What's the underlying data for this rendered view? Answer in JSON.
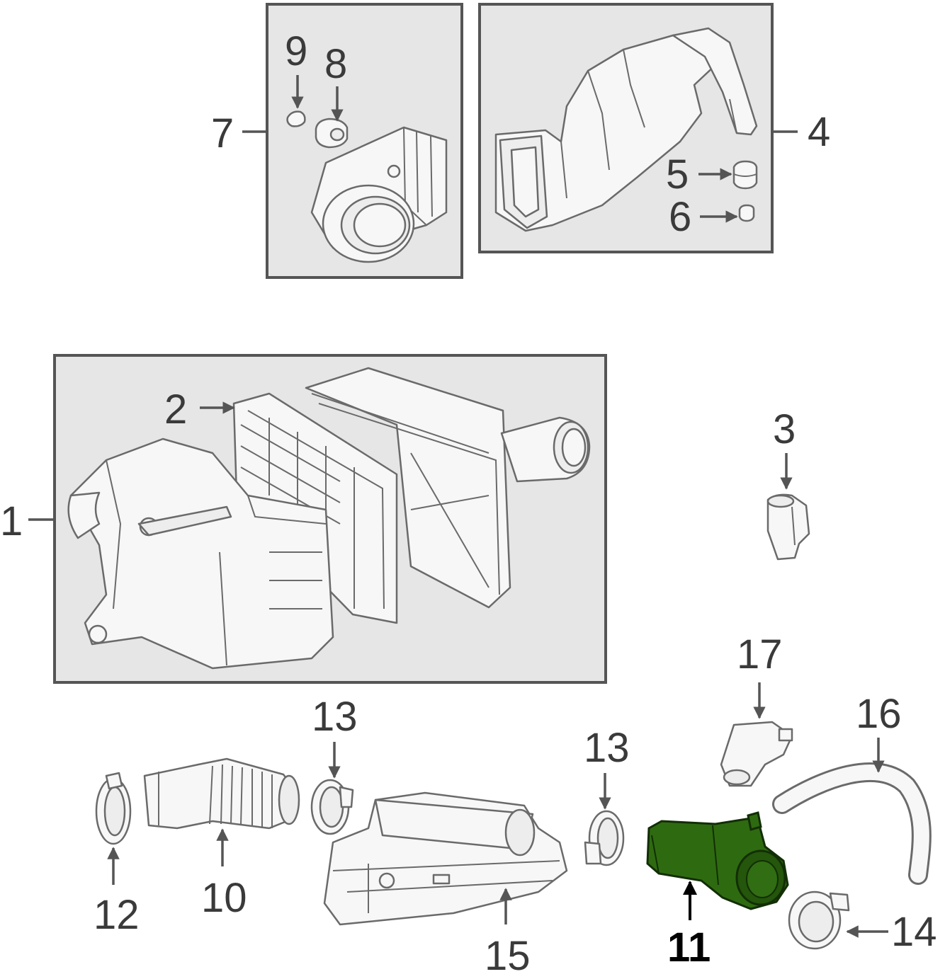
{
  "diagram": {
    "highlight_color": "#2e6b10",
    "callouts": [
      {
        "id": "c1",
        "label": "1"
      },
      {
        "id": "c2",
        "label": "2"
      },
      {
        "id": "c3",
        "label": "3"
      },
      {
        "id": "c4",
        "label": "4"
      },
      {
        "id": "c5",
        "label": "5"
      },
      {
        "id": "c6",
        "label": "6"
      },
      {
        "id": "c7",
        "label": "7"
      },
      {
        "id": "c8",
        "label": "8"
      },
      {
        "id": "c9",
        "label": "9"
      },
      {
        "id": "c10",
        "label": "10"
      },
      {
        "id": "c11",
        "label": "11"
      },
      {
        "id": "c12",
        "label": "12"
      },
      {
        "id": "c13a",
        "label": "13"
      },
      {
        "id": "c13b",
        "label": "13"
      },
      {
        "id": "c14",
        "label": "14"
      },
      {
        "id": "c15",
        "label": "15"
      },
      {
        "id": "c16",
        "label": "16"
      },
      {
        "id": "c17",
        "label": "17"
      }
    ]
  }
}
